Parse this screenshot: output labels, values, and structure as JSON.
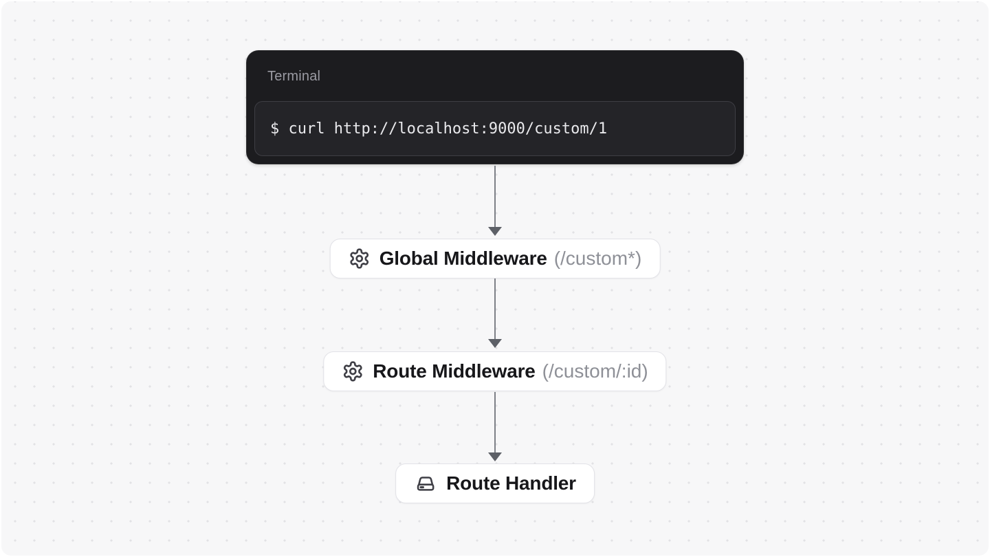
{
  "terminal": {
    "title": "Terminal",
    "command": "$ curl http://localhost:9000/custom/1"
  },
  "nodes": [
    {
      "icon": "gear",
      "label": "Global Middleware",
      "suffix": "(/custom*)"
    },
    {
      "icon": "gear",
      "label": "Route Middleware",
      "suffix": "(/custom/:id)"
    },
    {
      "icon": "hard-drive",
      "label": "Route Handler",
      "suffix": ""
    }
  ],
  "colors": {
    "canvas_bg": "#f7f7f8",
    "dot": "#e2e2e5",
    "terminal_bg": "#1c1c1f",
    "terminal_inner_bg": "#242428",
    "terminal_inner_border": "#3e3e44",
    "terminal_title_text": "#9b9ba3",
    "command_text": "#e9e9ec",
    "node_bg": "#ffffff",
    "node_border": "#e2e2e7",
    "node_label_text": "#17171a",
    "node_suffix_text": "#8e9097",
    "icon_stroke": "#3f3f46",
    "arrow_shaft": "#7d8087",
    "arrow_head": "#5d6067"
  }
}
